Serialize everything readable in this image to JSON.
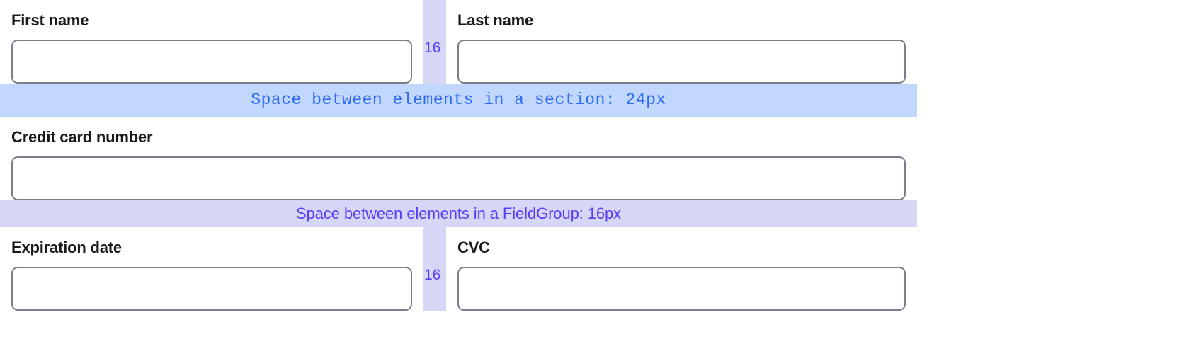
{
  "spacing_demo": {
    "rows": [
      {
        "id": "name-row",
        "type": "pair",
        "left": {
          "label": "First name",
          "value": "",
          "placeholder": ""
        },
        "gutter": {
          "value": "16"
        },
        "right": {
          "label": "Last name",
          "value": "",
          "placeholder": ""
        }
      },
      {
        "id": "card-row",
        "type": "single",
        "field": {
          "label": "Credit card number",
          "value": "",
          "placeholder": ""
        }
      },
      {
        "id": "expiry-row",
        "type": "pair",
        "left": {
          "label": "Expiration date",
          "value": "",
          "placeholder": ""
        },
        "gutter": {
          "value": "16"
        },
        "right": {
          "label": "CVC",
          "value": "",
          "placeholder": ""
        }
      }
    ],
    "annotations": {
      "section": {
        "text": "Space between elements in a section: 24px",
        "background": "#c2d7fd",
        "color": "#2d6bf5"
      },
      "fieldgroup": {
        "text": "Space between elements in a FieldGroup: 16px",
        "background": "#d6d6f7",
        "color": "#5b3df5"
      }
    },
    "colors": {
      "gutter_fill": "#d6d6f7",
      "gutter_text": "#5b3df5",
      "input_border": "#7b7f8c",
      "label_text": "#1a1a1a",
      "page_background": "#ffffff"
    }
  }
}
